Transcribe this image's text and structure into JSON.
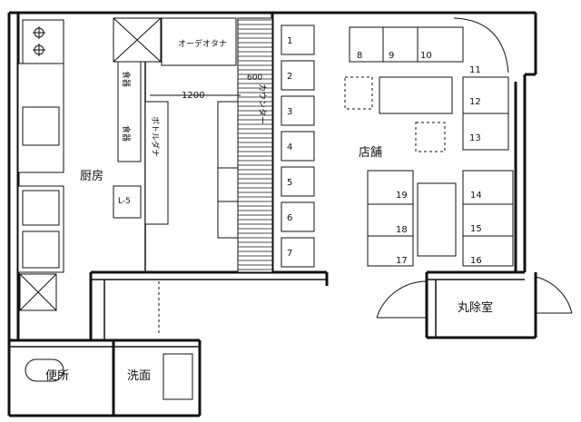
{
  "rooms": {
    "kitchen": "厨房",
    "shop": "店舗",
    "toilet": "便所",
    "washroom": "洗面",
    "ticket_room": "丸除室"
  },
  "labels": {
    "oden_shelf": "オーデオタナ",
    "counter": "カウンター",
    "bottle_shelf": "ボトルダナ",
    "dim_600": "600",
    "dim_1200": "1200",
    "food_cabinet": "食器",
    "food_cabinet2": "食器",
    "l5": "L-5"
  },
  "seats_counter": [
    "1",
    "2",
    "3",
    "4",
    "5",
    "6",
    "7"
  ],
  "seats_table": [
    "8",
    "9",
    "10",
    "11",
    "12",
    "13",
    "14",
    "15",
    "16",
    "17",
    "18",
    "19"
  ]
}
